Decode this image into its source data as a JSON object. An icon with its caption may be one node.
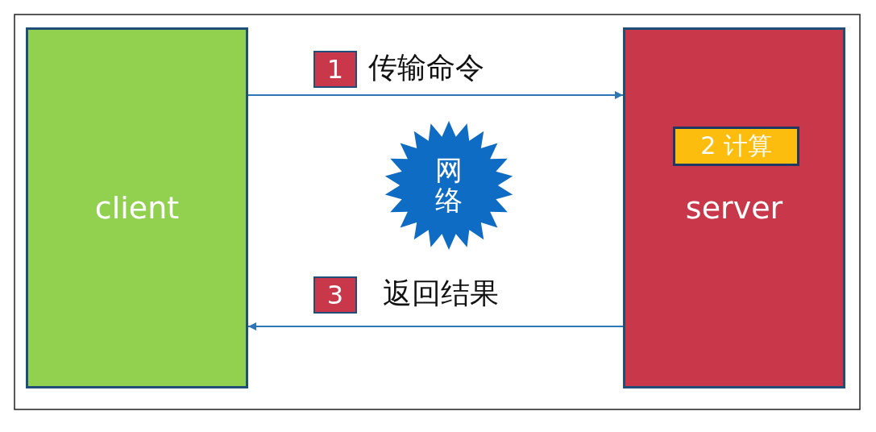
{
  "diagram": {
    "nodes": [
      {
        "text": [
          "client"
        ]
      },
      {
        "text": [
          "server"
        ]
      },
      {
        "text": [
          "2 计算"
        ],
        "in": 1
      },
      {
        "text": [
          "网络"
        ]
      },
      {
        "text": [
          "1"
        ],
        "beside": [
          "传输命令"
        ]
      },
      {
        "text": [
          "3"
        ],
        "beside": [
          "返回结果"
        ]
      }
    ],
    "edges": [
      {
        "from": 0,
        "to": 1,
        "arrow": "to"
      },
      {
        "from": 1,
        "to": 0,
        "arrow": "to"
      }
    ]
  }
}
